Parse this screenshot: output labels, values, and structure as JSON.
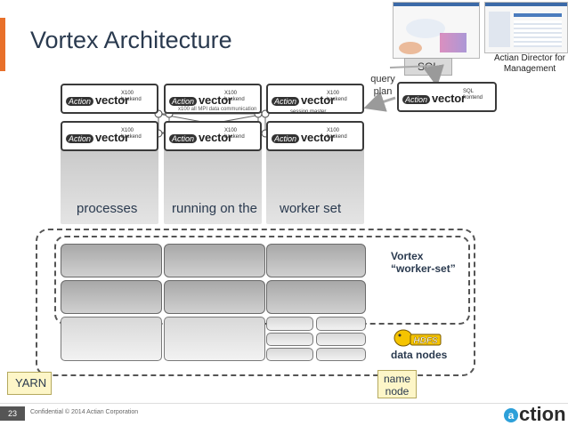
{
  "slide": {
    "title": "Vortex Architecture",
    "page_number": "23",
    "confidential": "Confidential © 2014 Actian Corporation",
    "footer_logo": "ction",
    "footer_logo_mark": "a"
  },
  "top_right": {
    "sql_label": "SQL",
    "director_label": "Actian Director for Management"
  },
  "vector_logo": {
    "brand": "Action",
    "product": "vector"
  },
  "backend_label": "X100 backend",
  "frontend_label": "SQL frontend",
  "query_plan_label": "query plan",
  "session_master_label": "session master",
  "mpi_label": "x100 all MPI data communication",
  "column_text": [
    "processes",
    "running on the",
    "worker set"
  ],
  "vortex_label": [
    "Vortex",
    "“worker-set”"
  ],
  "hdfs_label": "HDFS",
  "data_nodes_label": "data nodes",
  "yarn_label": "YARN",
  "name_node_label": "name node",
  "colors": {
    "accent": "#e8702a",
    "title": "#2a3a4f",
    "yellow_box": "#fdf6c8",
    "hdfs": "#f5c400",
    "actian_blue": "#2da0d9"
  }
}
